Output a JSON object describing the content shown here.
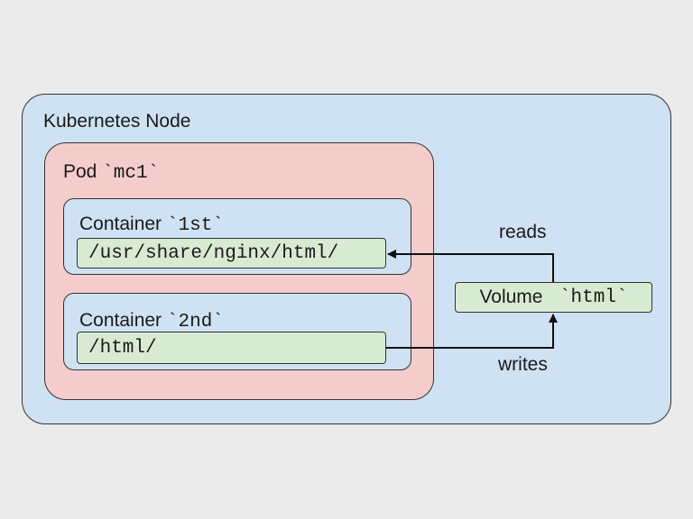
{
  "node": {
    "label": "Kubernetes Node"
  },
  "pod": {
    "label_prefix": "Pod ",
    "label_code": "`mc1`"
  },
  "containers": [
    {
      "label_prefix": "Container ",
      "label_code": "`1st`",
      "path": "/usr/share/nginx/html/"
    },
    {
      "label_prefix": "Container ",
      "label_code": "`2nd`",
      "path": "/html/"
    }
  ],
  "volume": {
    "label_prefix": "Volume ",
    "label_code": " `html`"
  },
  "edges": {
    "reads": "reads",
    "writes": "writes"
  },
  "colors": {
    "node_fill": "#cfe2f3",
    "pod_fill": "#f4cccc",
    "container_fill": "#cfe2f3",
    "path_fill": "#d9ead3",
    "stroke": "#333333"
  }
}
